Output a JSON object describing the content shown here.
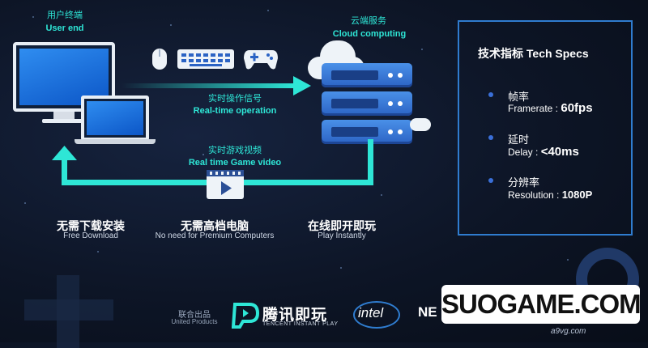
{
  "user_end": {
    "zh": "用户终端",
    "en": "User end"
  },
  "cloud": {
    "zh": "云端服务",
    "en": "Cloud computing"
  },
  "operation": {
    "zh": "实时操作信号",
    "en": "Real-time operation"
  },
  "video": {
    "zh": "实时游戏视频",
    "en": "Real time Game video"
  },
  "features": [
    {
      "title": "无需下载安装",
      "subtitle": "Free Download"
    },
    {
      "title": "无需高档电脑",
      "subtitle": "No need  for Premium  Computers"
    },
    {
      "title": "在线即开即玩",
      "subtitle": "Play Instantly"
    }
  ],
  "specs": {
    "title": "技术指标  Tech Specs",
    "items": [
      {
        "zh": "帧率",
        "label": "Framerate : ",
        "value": "60fps"
      },
      {
        "zh": "延时",
        "label": "Delay : ",
        "value": "<40ms"
      },
      {
        "zh": "分辨率",
        "label": "Resolution : ",
        "value": "1080P"
      }
    ]
  },
  "footer": {
    "joint_zh": "联合出品",
    "joint_en": "United Products",
    "brand_zh": "腾讯即玩",
    "brand_en": "TENCENT INSTANT PLAY",
    "intel": "intel",
    "partner": "NE",
    "watermark": "SUOGAME.COM",
    "site": "a9vg.com"
  },
  "colors": {
    "accent": "#2ee6d6",
    "box_border": "#2f7ccf",
    "background": "#0d1526"
  }
}
